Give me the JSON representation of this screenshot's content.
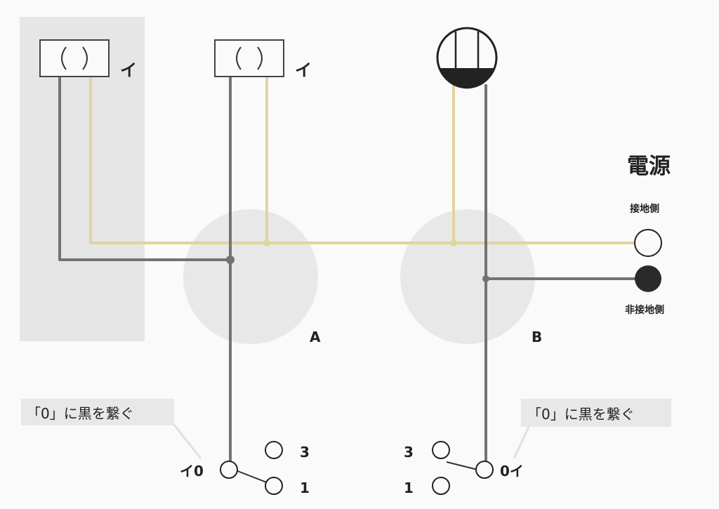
{
  "power": {
    "title": "電源",
    "grounded_side": "接地側",
    "non_grounded_side": "非接地側"
  },
  "fixtures": {
    "outlet1_label": "イ",
    "outlet2_label": "イ"
  },
  "junctions": {
    "a_label": "A",
    "b_label": "B"
  },
  "switch_left": {
    "common_label": "イ0",
    "terminal_3": "3",
    "terminal_1": "1",
    "note": "「0」に黒を繋ぐ"
  },
  "switch_right": {
    "common_label": "0イ",
    "terminal_3": "3",
    "terminal_1": "1",
    "note": "「0」に黒を繋ぐ"
  },
  "colors": {
    "black_wire": "#737373",
    "white_wire": "#e2d49c",
    "junction_fill": "#e8e8e8",
    "panel_fill": "#e6e6e6",
    "terminal_black": "#2a2a2a"
  }
}
